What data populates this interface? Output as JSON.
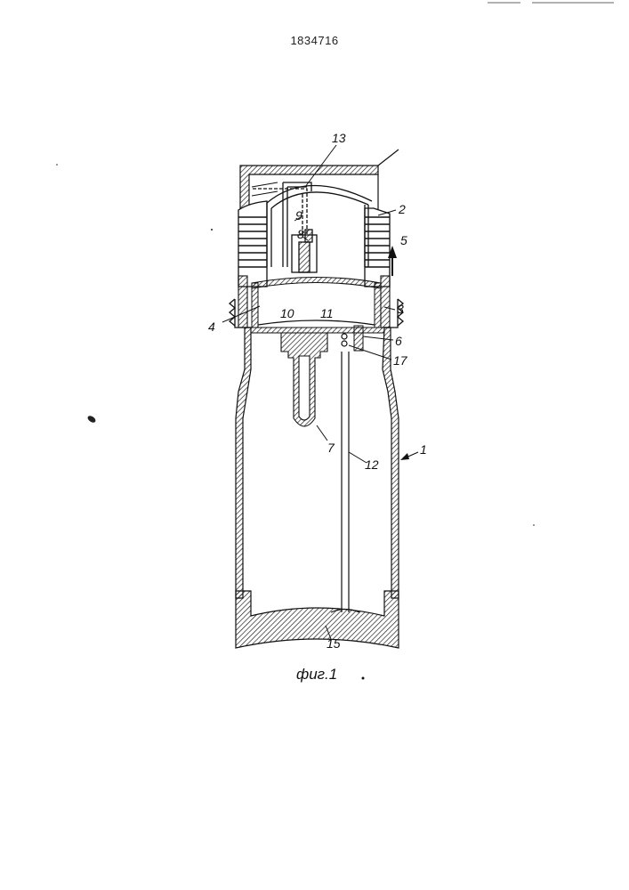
{
  "document": {
    "number": "1834716"
  },
  "figure": {
    "caption": "фиг.1",
    "labels": {
      "l1": "1",
      "l2": "2",
      "l3": "3",
      "l4": "4",
      "l5": "5",
      "l6": "6",
      "l7": "7",
      "l8": "8",
      "l9": "9",
      "l10": "10",
      "l11": "11",
      "l12": "12",
      "l13": "13",
      "l15": "15",
      "l17": "17"
    }
  }
}
